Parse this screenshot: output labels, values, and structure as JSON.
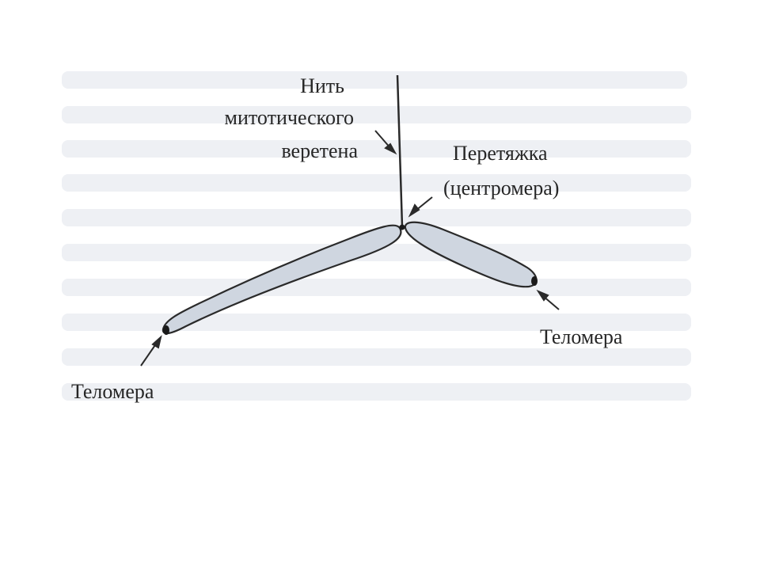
{
  "labels": {
    "spindle_line1": "Нить",
    "spindle_line2": "митотического",
    "spindle_line3": "веретена",
    "centromere_line1": "Перетяжка",
    "centromere_line2": "(центромера)",
    "telomere_right": "Теломера",
    "telomere_left": "Теломера"
  },
  "colors": {
    "chromosome_fill": "#cfd6e0",
    "outline": "#2a2a2a",
    "faint_text": "#edeff3"
  }
}
